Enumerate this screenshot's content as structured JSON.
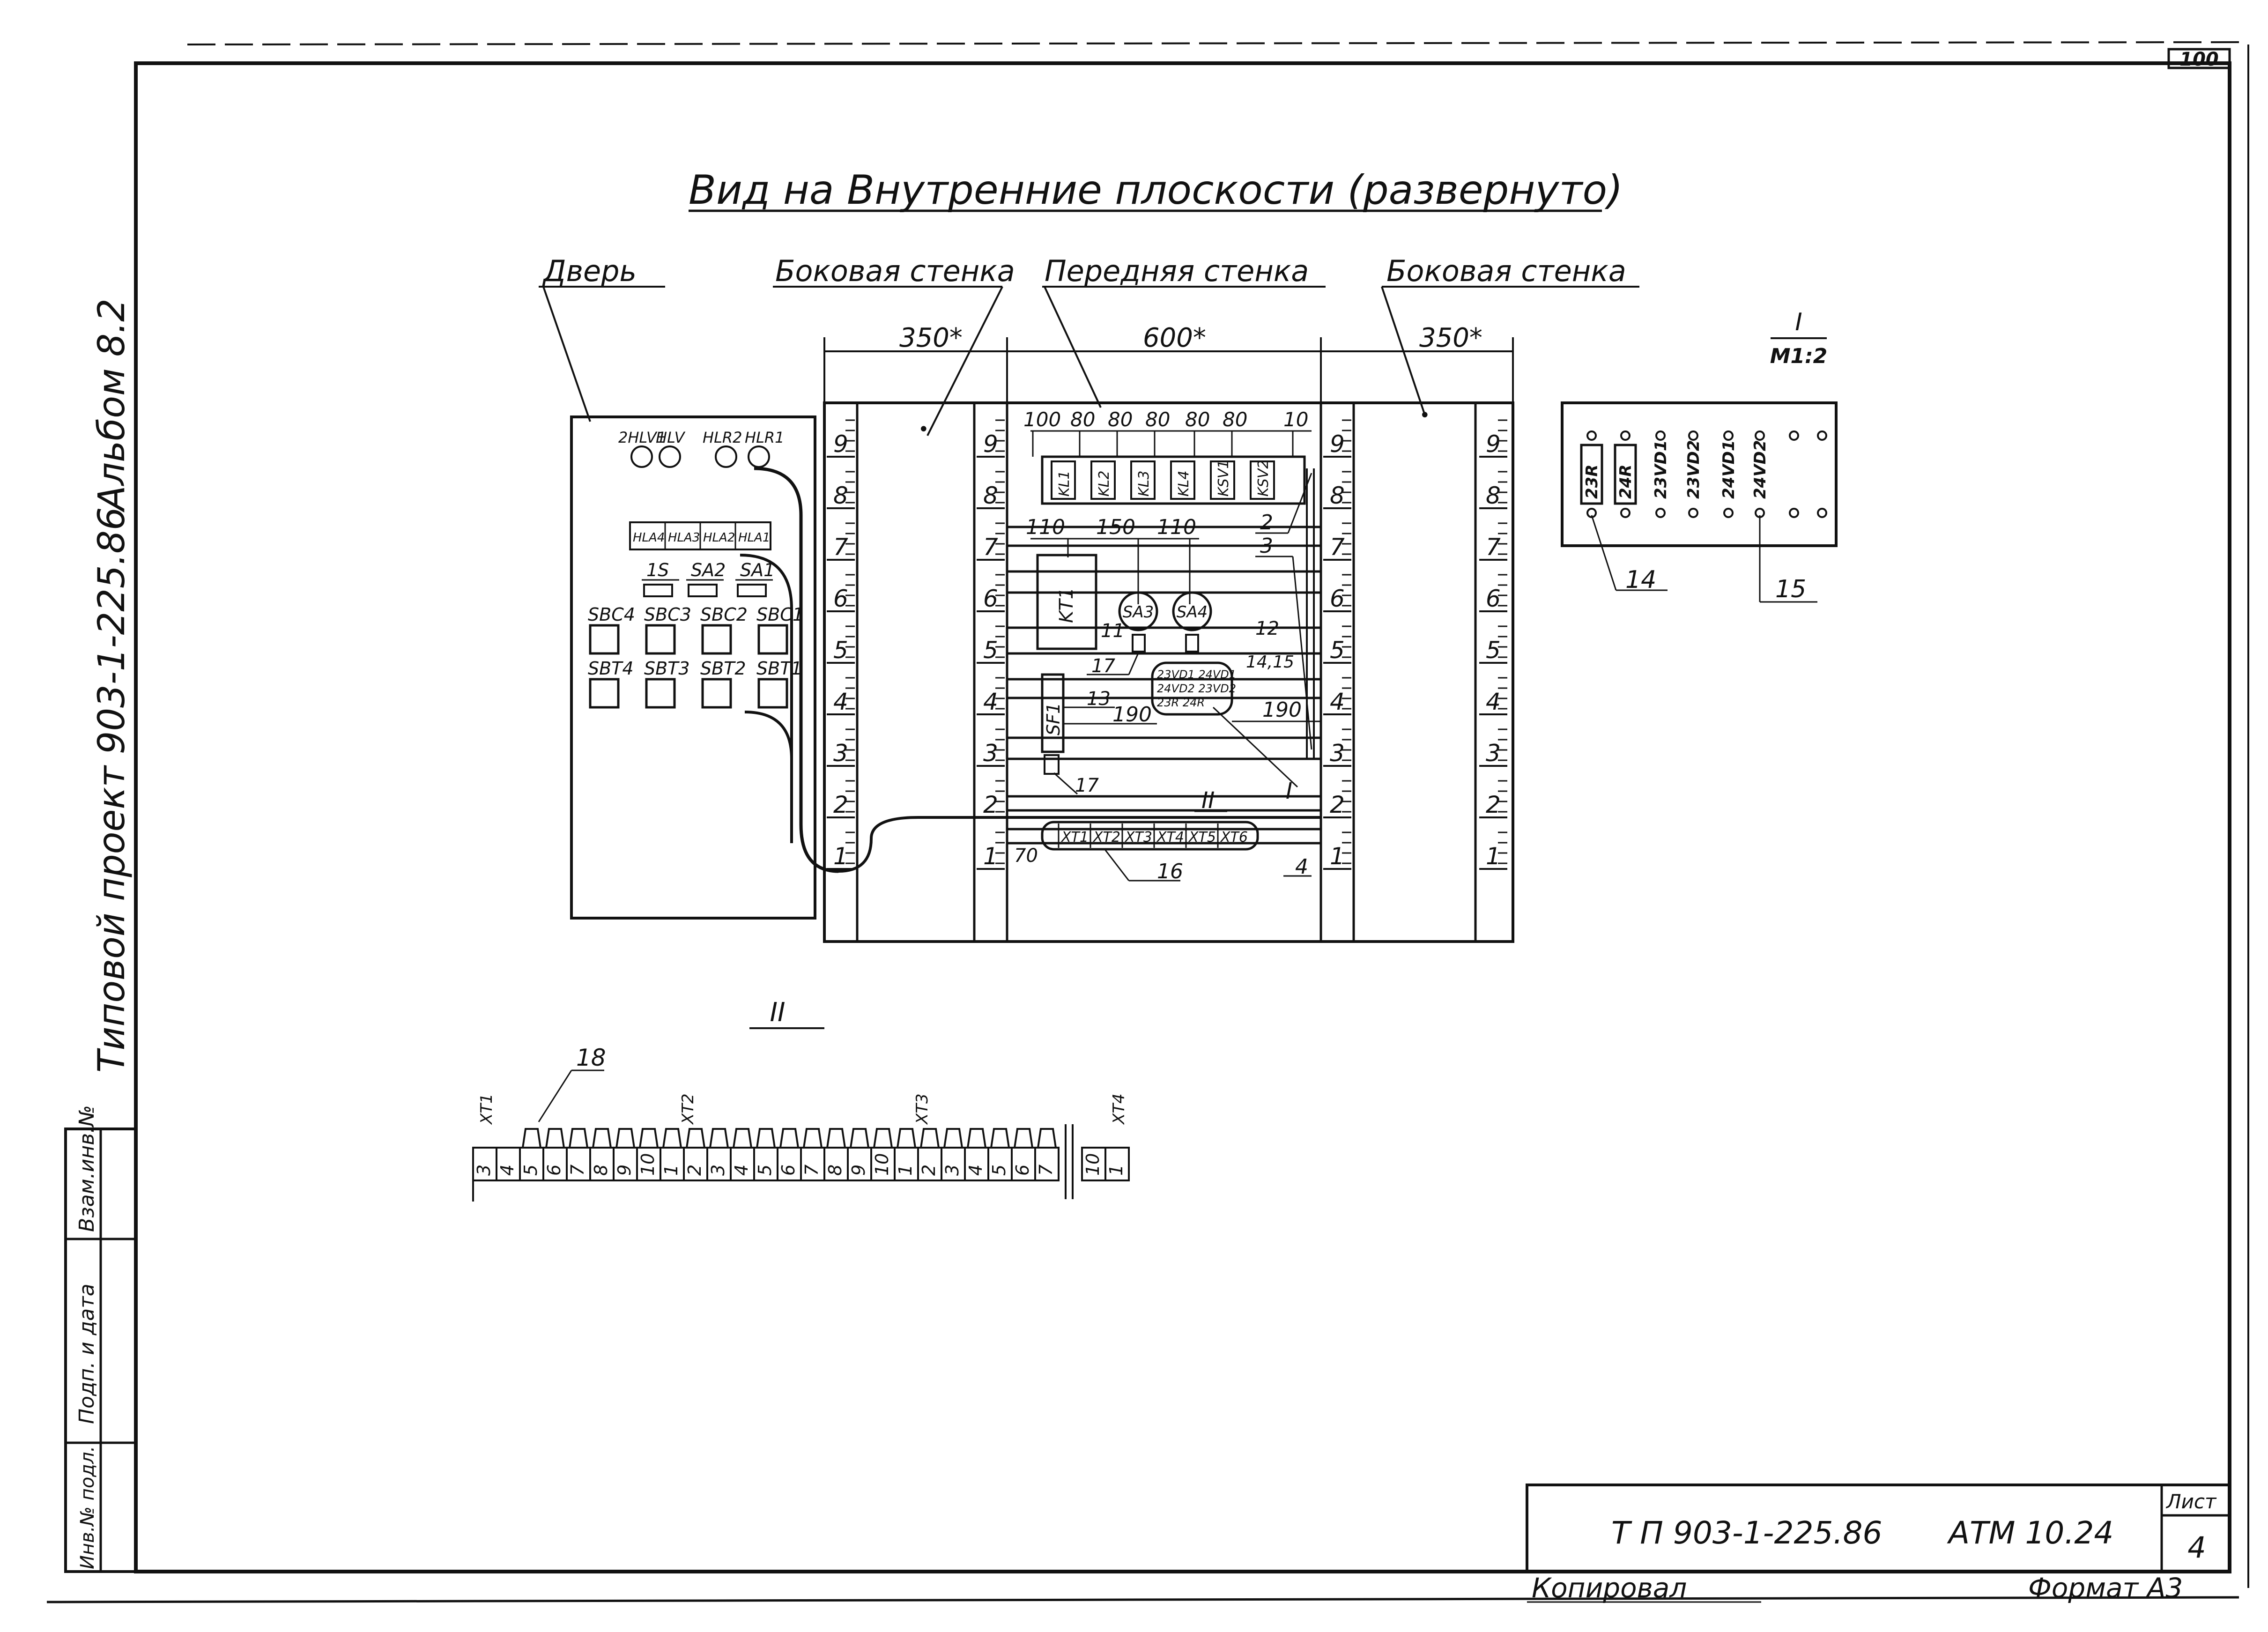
{
  "sheet_number": "100",
  "title": "Вид на Внутренние плоскости (развернуто)",
  "labels": {
    "door": "Дверь",
    "side_wall_left": "Боковая стенка",
    "front_wall": "Передняя стенка",
    "side_wall_right": "Боковая стенка"
  },
  "dimensions": {
    "side_left": "350*",
    "front": "600*",
    "side_right": "350*",
    "row1": [
      "100",
      "80",
      "80",
      "80",
      "80",
      "80",
      "10"
    ],
    "row2": [
      "110",
      "150",
      "110"
    ],
    "d190a": "190",
    "d190b": "190",
    "d70": "70"
  },
  "scale_numbers": [
    "9",
    "8",
    "7",
    "6",
    "5",
    "4",
    "3",
    "2",
    "1"
  ],
  "door": {
    "lamps_top": [
      "2HLV1",
      "HLV",
      "HLR2",
      "HLR1"
    ],
    "lamps_box": [
      "HLA4",
      "HLA3",
      "HLA2",
      "HLA1"
    ],
    "switches": [
      "1S",
      "SA2",
      "SA1"
    ],
    "buttons_c": [
      "SBC4",
      "SBC3",
      "SBC2",
      "SBC1"
    ],
    "buttons_t": [
      "SBT4",
      "SBT3",
      "SBT2",
      "SBT1"
    ]
  },
  "front": {
    "relays": [
      "KL1",
      "KL2",
      "KL3",
      "KL4",
      "KSV1",
      "KSV2"
    ],
    "kt1": "KT1",
    "sa3": "SA3",
    "sa4": "SA4",
    "sf1": "SF1",
    "diode_block": [
      "23VD1 24VD1",
      "24VD2 23VD2",
      "23R 24R"
    ],
    "terminals": [
      "XT1",
      "XT2",
      "XT3",
      "XT4",
      "XT5",
      "XT6"
    ]
  },
  "callouts": {
    "c2": "2",
    "c3": "3",
    "c4": "4",
    "c11": "11",
    "c12": "12",
    "c13": "13",
    "c1415": "14,15",
    "c16": "16",
    "c17a": "17",
    "c17b": "17",
    "roman1": "I",
    "roman2": "II"
  },
  "detail_I": {
    "header": "I",
    "scale": "M1:2",
    "parts": [
      "23R",
      "24R",
      "23VD1",
      "23VD2",
      "24VD1",
      "24VD2"
    ],
    "c14": "14",
    "c15": "15"
  },
  "detail_II": {
    "header": "II",
    "c18": "18",
    "groups": [
      "XT1",
      "XT2",
      "XT3",
      "XT4"
    ],
    "cells": [
      "3",
      "4",
      "5",
      "6",
      "7",
      "8",
      "9",
      "10",
      "1",
      "2",
      "3",
      "4",
      "5",
      "6",
      "7",
      "8",
      "9",
      "10",
      "1",
      "2",
      "3",
      "4",
      "5",
      "6",
      "7",
      "10",
      "1"
    ]
  },
  "side_stamp": {
    "line1": "Альбом 8.2",
    "line2": "Типовой проект 903-1-225.86"
  },
  "left_cells": [
    "Взам.инв.№",
    "Подп. и дата",
    "Инв.№ подл."
  ],
  "title_block": {
    "code": "Т П 903-1-225.86",
    "doc": "АТМ 10.24",
    "sheet_label": "Лист",
    "sheet": "4"
  },
  "footer": {
    "copied": "Копировал",
    "format": "Формат А3"
  }
}
